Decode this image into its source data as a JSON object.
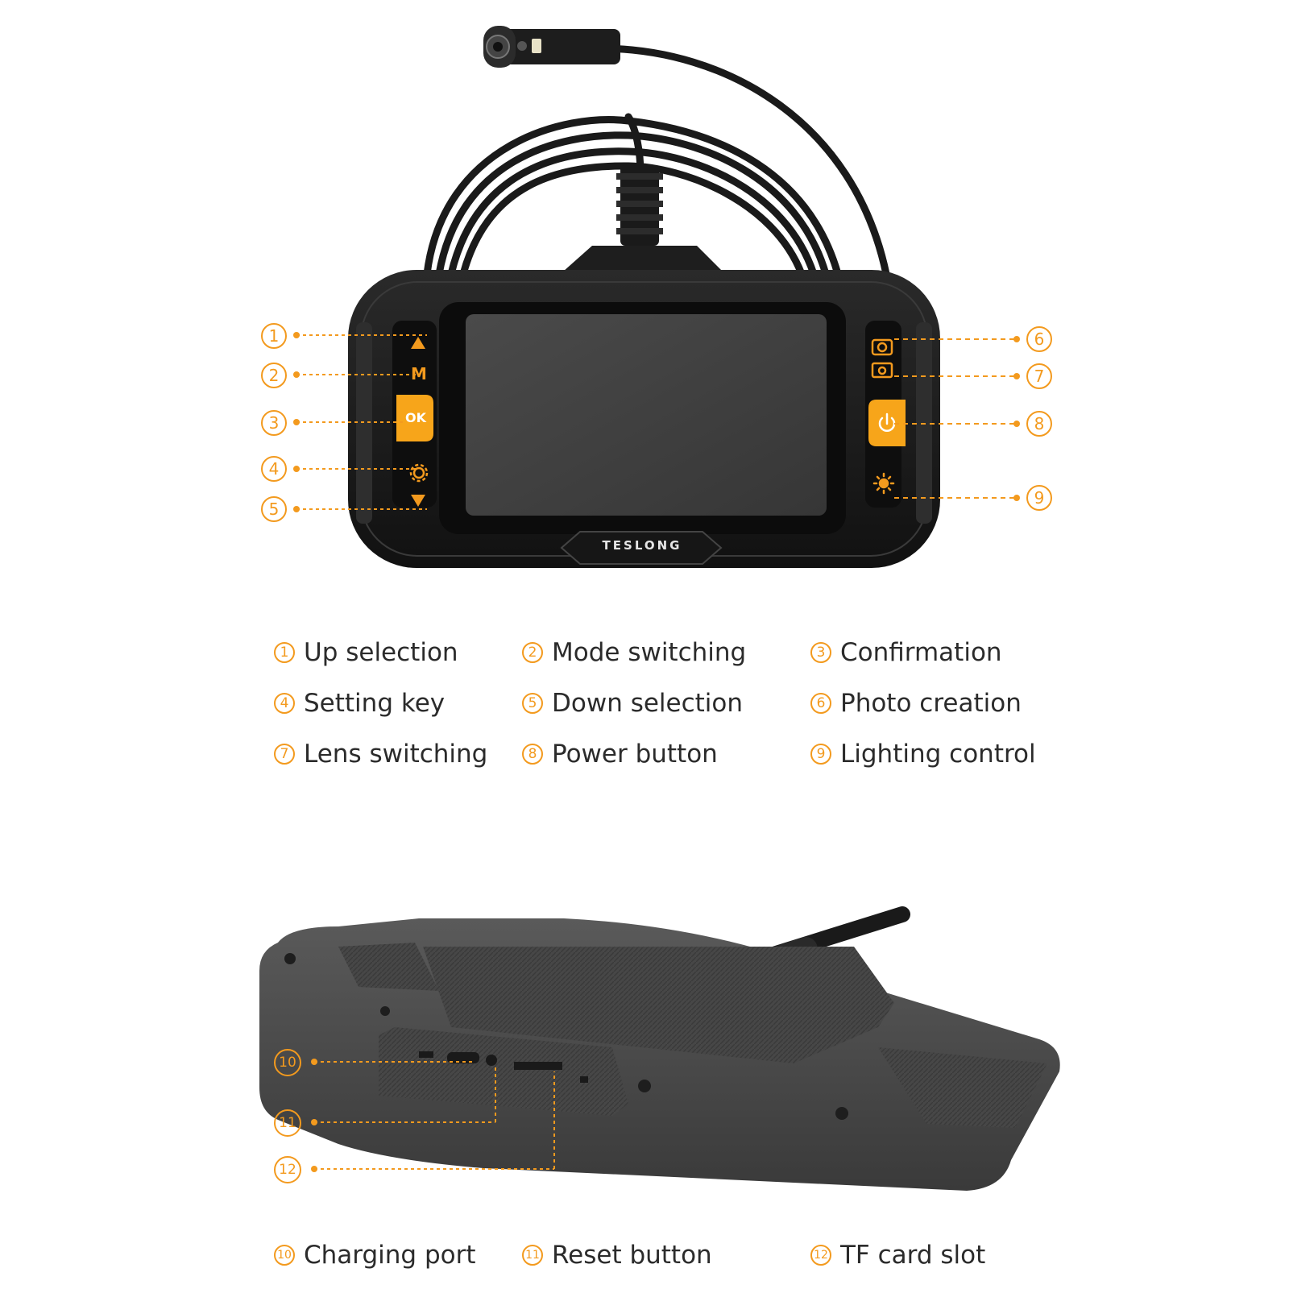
{
  "brand": "TESLONG",
  "colors": {
    "accent": "#f39a1e",
    "device_body": "#1c1c1c",
    "screen": "#3f3f3f",
    "text": "#2b2b2b"
  },
  "front_view": {
    "left_buttons": [
      {
        "icon": "up-triangle-icon"
      },
      {
        "icon": "mode-icon",
        "label": "M"
      },
      {
        "icon": "ok-icon",
        "label": "OK"
      },
      {
        "icon": "settings-gear-icon"
      },
      {
        "icon": "down-triangle-icon"
      }
    ],
    "right_buttons": [
      {
        "icon": "camera-icon"
      },
      {
        "icon": "lens-switch-icon"
      },
      {
        "icon": "power-icon"
      },
      {
        "icon": "light-icon"
      }
    ],
    "callouts_left": [
      "1",
      "2",
      "3",
      "4",
      "5"
    ],
    "callouts_right": [
      "6",
      "7",
      "8",
      "9"
    ]
  },
  "legend_top": [
    {
      "num": "1",
      "label": "Up selection"
    },
    {
      "num": "2",
      "label": "Mode switching"
    },
    {
      "num": "3",
      "label": "Confirmation"
    },
    {
      "num": "4",
      "label": "Setting key"
    },
    {
      "num": "5",
      "label": "Down selection"
    },
    {
      "num": "6",
      "label": "Photo creation"
    },
    {
      "num": "7",
      "label": "Lens switching"
    },
    {
      "num": "8",
      "label": "Power button"
    },
    {
      "num": "9",
      "label": "Lighting control"
    }
  ],
  "bottom_view": {
    "callouts": [
      "10",
      "11",
      "12"
    ]
  },
  "legend_bottom": [
    {
      "num": "10",
      "label": "Charging port"
    },
    {
      "num": "11",
      "label": "Reset button"
    },
    {
      "num": "12",
      "label": "TF card slot"
    }
  ]
}
